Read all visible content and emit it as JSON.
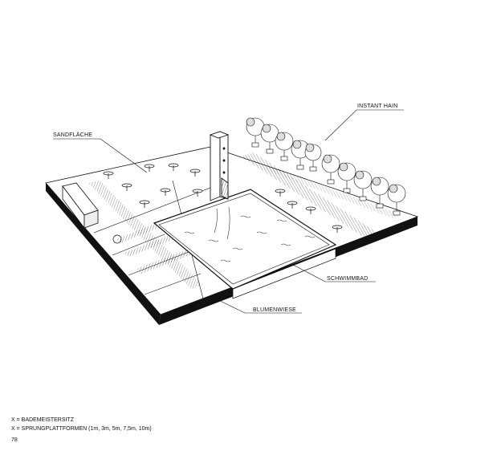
{
  "labels": {
    "sandflaeche": "SANDFLÄCHE",
    "instant_hain": "INSTANT HAIN",
    "schwimmbad": "SCHWIMMBAD",
    "blumenwiese": "BLUMENWIESE"
  },
  "legend": {
    "line1": "X = BADEMEISTERSITZ",
    "line2": "X = SPRUNGPLATTFORMEN (1m, 3m, 5m, 7,5m, 10m)"
  },
  "page_number": "78"
}
